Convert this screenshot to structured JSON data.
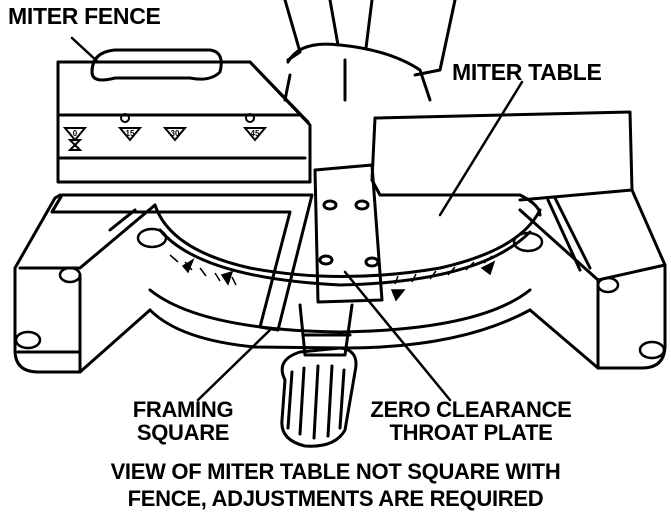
{
  "labels": {
    "miter_fence": "MITER FENCE",
    "miter_table": "MITER TABLE",
    "framing_square": [
      "FRAMING",
      "SQUARE"
    ],
    "zero_clearance": [
      "ZERO CLEARANCE",
      "THROAT PLATE"
    ]
  },
  "caption": [
    "VIEW OF MITER TABLE NOT SQUARE WITH",
    "FENCE, ADJUSTMENTS ARE REQUIRED"
  ],
  "fence_marks": [
    "0",
    "15",
    "30",
    "45"
  ],
  "colors": {
    "ink": "#000000",
    "paper": "#ffffff"
  }
}
